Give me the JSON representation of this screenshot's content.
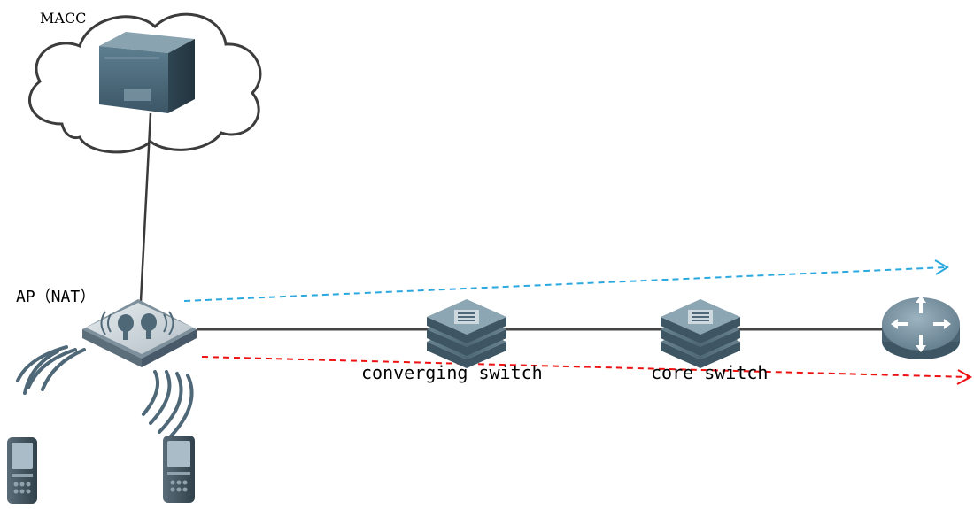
{
  "labels": {
    "cloud": "MACC",
    "ap": "AP（NAT）",
    "converging_switch": "converging switch",
    "core_switch": "core switch"
  },
  "colors": {
    "upstream_path": "#2aa8e0",
    "downstream_path": "#ee1111",
    "link": "#333333",
    "device": "#4a6878"
  },
  "icons": [
    "cloud-icon",
    "server-icon",
    "access-point-icon",
    "switch-icon",
    "router-icon",
    "phone-icon",
    "wireless-signal-icon"
  ]
}
